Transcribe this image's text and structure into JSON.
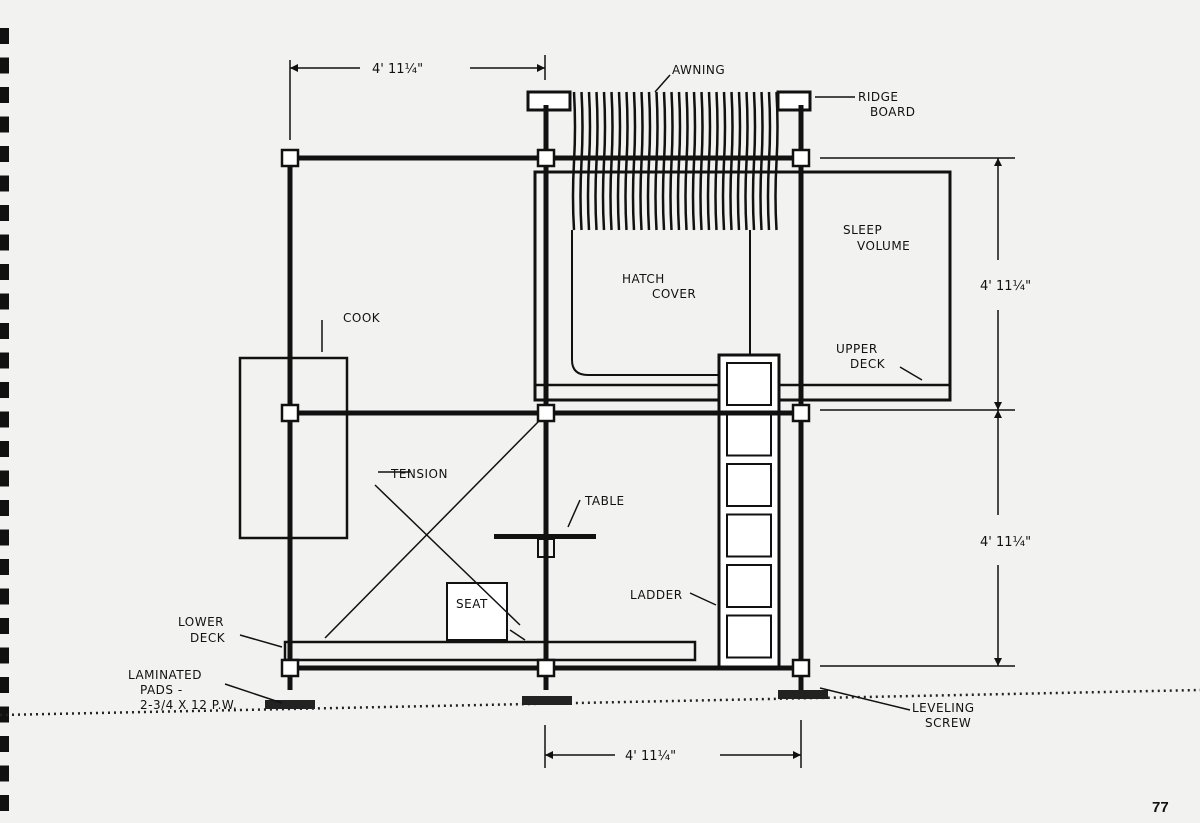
{
  "labels": {
    "awning": "AWNING",
    "ridge_board": [
      "RIDGE",
      "BOARD"
    ],
    "sleep_volume": [
      "SLEEP",
      "VOLUME"
    ],
    "hatch_cover": [
      "HATCH",
      "COVER"
    ],
    "upper_deck": [
      "UPPER",
      "DECK"
    ],
    "cook": "COOK",
    "tension": "TENSION",
    "table": "TABLE",
    "ladder": "LADDER",
    "seat": "SEAT",
    "lower_deck": [
      "LOWER",
      "DECK"
    ],
    "laminated_pads": [
      "LAMINATED",
      "PADS -",
      "2-3/4 X 12 P.W."
    ],
    "leveling_screw": [
      "LEVELING",
      "SCREW"
    ]
  },
  "dimensions": {
    "top": "4' 11¼\"",
    "right_upper": "4' 11¼\"",
    "right_lower": "4' 11¼\"",
    "bottom": "4' 11¼\""
  },
  "page_number": "77"
}
